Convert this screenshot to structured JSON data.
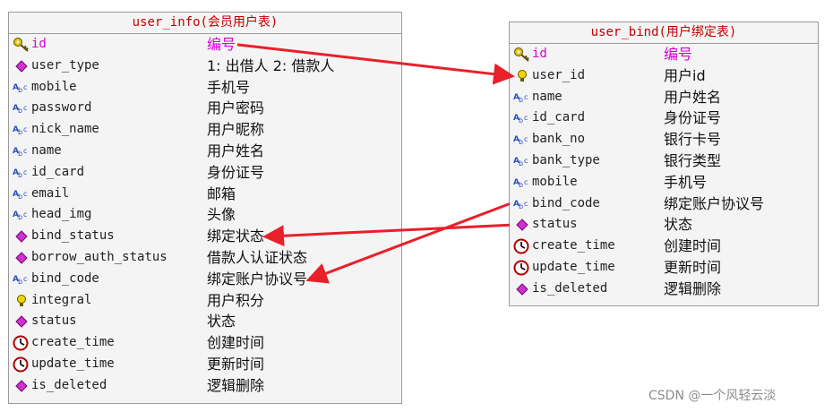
{
  "user_info": {
    "title": "user_info(会员用户表)",
    "fields": [
      {
        "name": "id",
        "desc": "编号",
        "icon": "key-icon",
        "pk": true
      },
      {
        "name": "user_type",
        "desc": "1: 出借人 2: 借款人",
        "icon": "diamond-icon"
      },
      {
        "name": "mobile",
        "desc": "手机号",
        "icon": "abc-icon"
      },
      {
        "name": "password",
        "desc": "用户密码",
        "icon": "abc-icon"
      },
      {
        "name": "nick_name",
        "desc": "用户昵称",
        "icon": "abc-icon"
      },
      {
        "name": "name",
        "desc": "用户姓名",
        "icon": "abc-icon"
      },
      {
        "name": "id_card",
        "desc": "身份证号",
        "icon": "abc-icon"
      },
      {
        "name": "email",
        "desc": "邮箱",
        "icon": "abc-icon"
      },
      {
        "name": "head_img",
        "desc": "头像",
        "icon": "abc-icon"
      },
      {
        "name": "bind_status",
        "desc": "绑定状态",
        "icon": "diamond-icon"
      },
      {
        "name": "borrow_auth_status",
        "desc": "借款人认证状态",
        "icon": "diamond-icon"
      },
      {
        "name": "bind_code",
        "desc": "绑定账户协议号",
        "icon": "abc-icon"
      },
      {
        "name": "integral",
        "desc": "用户积分",
        "icon": "bulb-icon"
      },
      {
        "name": "status",
        "desc": "状态",
        "icon": "diamond-icon"
      },
      {
        "name": "create_time",
        "desc": "创建时间",
        "icon": "clock-icon"
      },
      {
        "name": "update_time",
        "desc": "更新时间",
        "icon": "clock-icon"
      },
      {
        "name": "is_deleted",
        "desc": "逻辑删除",
        "icon": "diamond-icon"
      }
    ]
  },
  "user_bind": {
    "title": "user_bind(用户绑定表)",
    "fields": [
      {
        "name": "id",
        "desc": "编号",
        "icon": "key-icon",
        "pk": true
      },
      {
        "name": "user_id",
        "desc": "用户id",
        "icon": "bulb-icon"
      },
      {
        "name": "name",
        "desc": "用户姓名",
        "icon": "abc-icon"
      },
      {
        "name": "id_card",
        "desc": "身份证号",
        "icon": "abc-icon"
      },
      {
        "name": "bank_no",
        "desc": "银行卡号",
        "icon": "abc-icon"
      },
      {
        "name": "bank_type",
        "desc": "银行类型",
        "icon": "abc-icon"
      },
      {
        "name": "mobile",
        "desc": "手机号",
        "icon": "abc-icon"
      },
      {
        "name": "bind_code",
        "desc": "绑定账户协议号",
        "icon": "abc-icon"
      },
      {
        "name": "status",
        "desc": "状态",
        "icon": "diamond-icon"
      },
      {
        "name": "create_time",
        "desc": "创建时间",
        "icon": "clock-icon"
      },
      {
        "name": "update_time",
        "desc": "更新时间",
        "icon": "clock-icon"
      },
      {
        "name": "is_deleted",
        "desc": "逻辑删除",
        "icon": "diamond-icon"
      }
    ]
  },
  "relations": [
    {
      "from": "user_info.id",
      "to": "user_bind.user_id"
    },
    {
      "from": "user_bind.status",
      "to": "user_info.bind_status"
    },
    {
      "from": "user_bind.bind_code",
      "to": "user_info.bind_code"
    }
  ],
  "colors": {
    "title": "#c00000",
    "primary_key": "#d400d4",
    "arrow": "#e8202a"
  },
  "watermark": "CSDN @一个风轻云淡"
}
